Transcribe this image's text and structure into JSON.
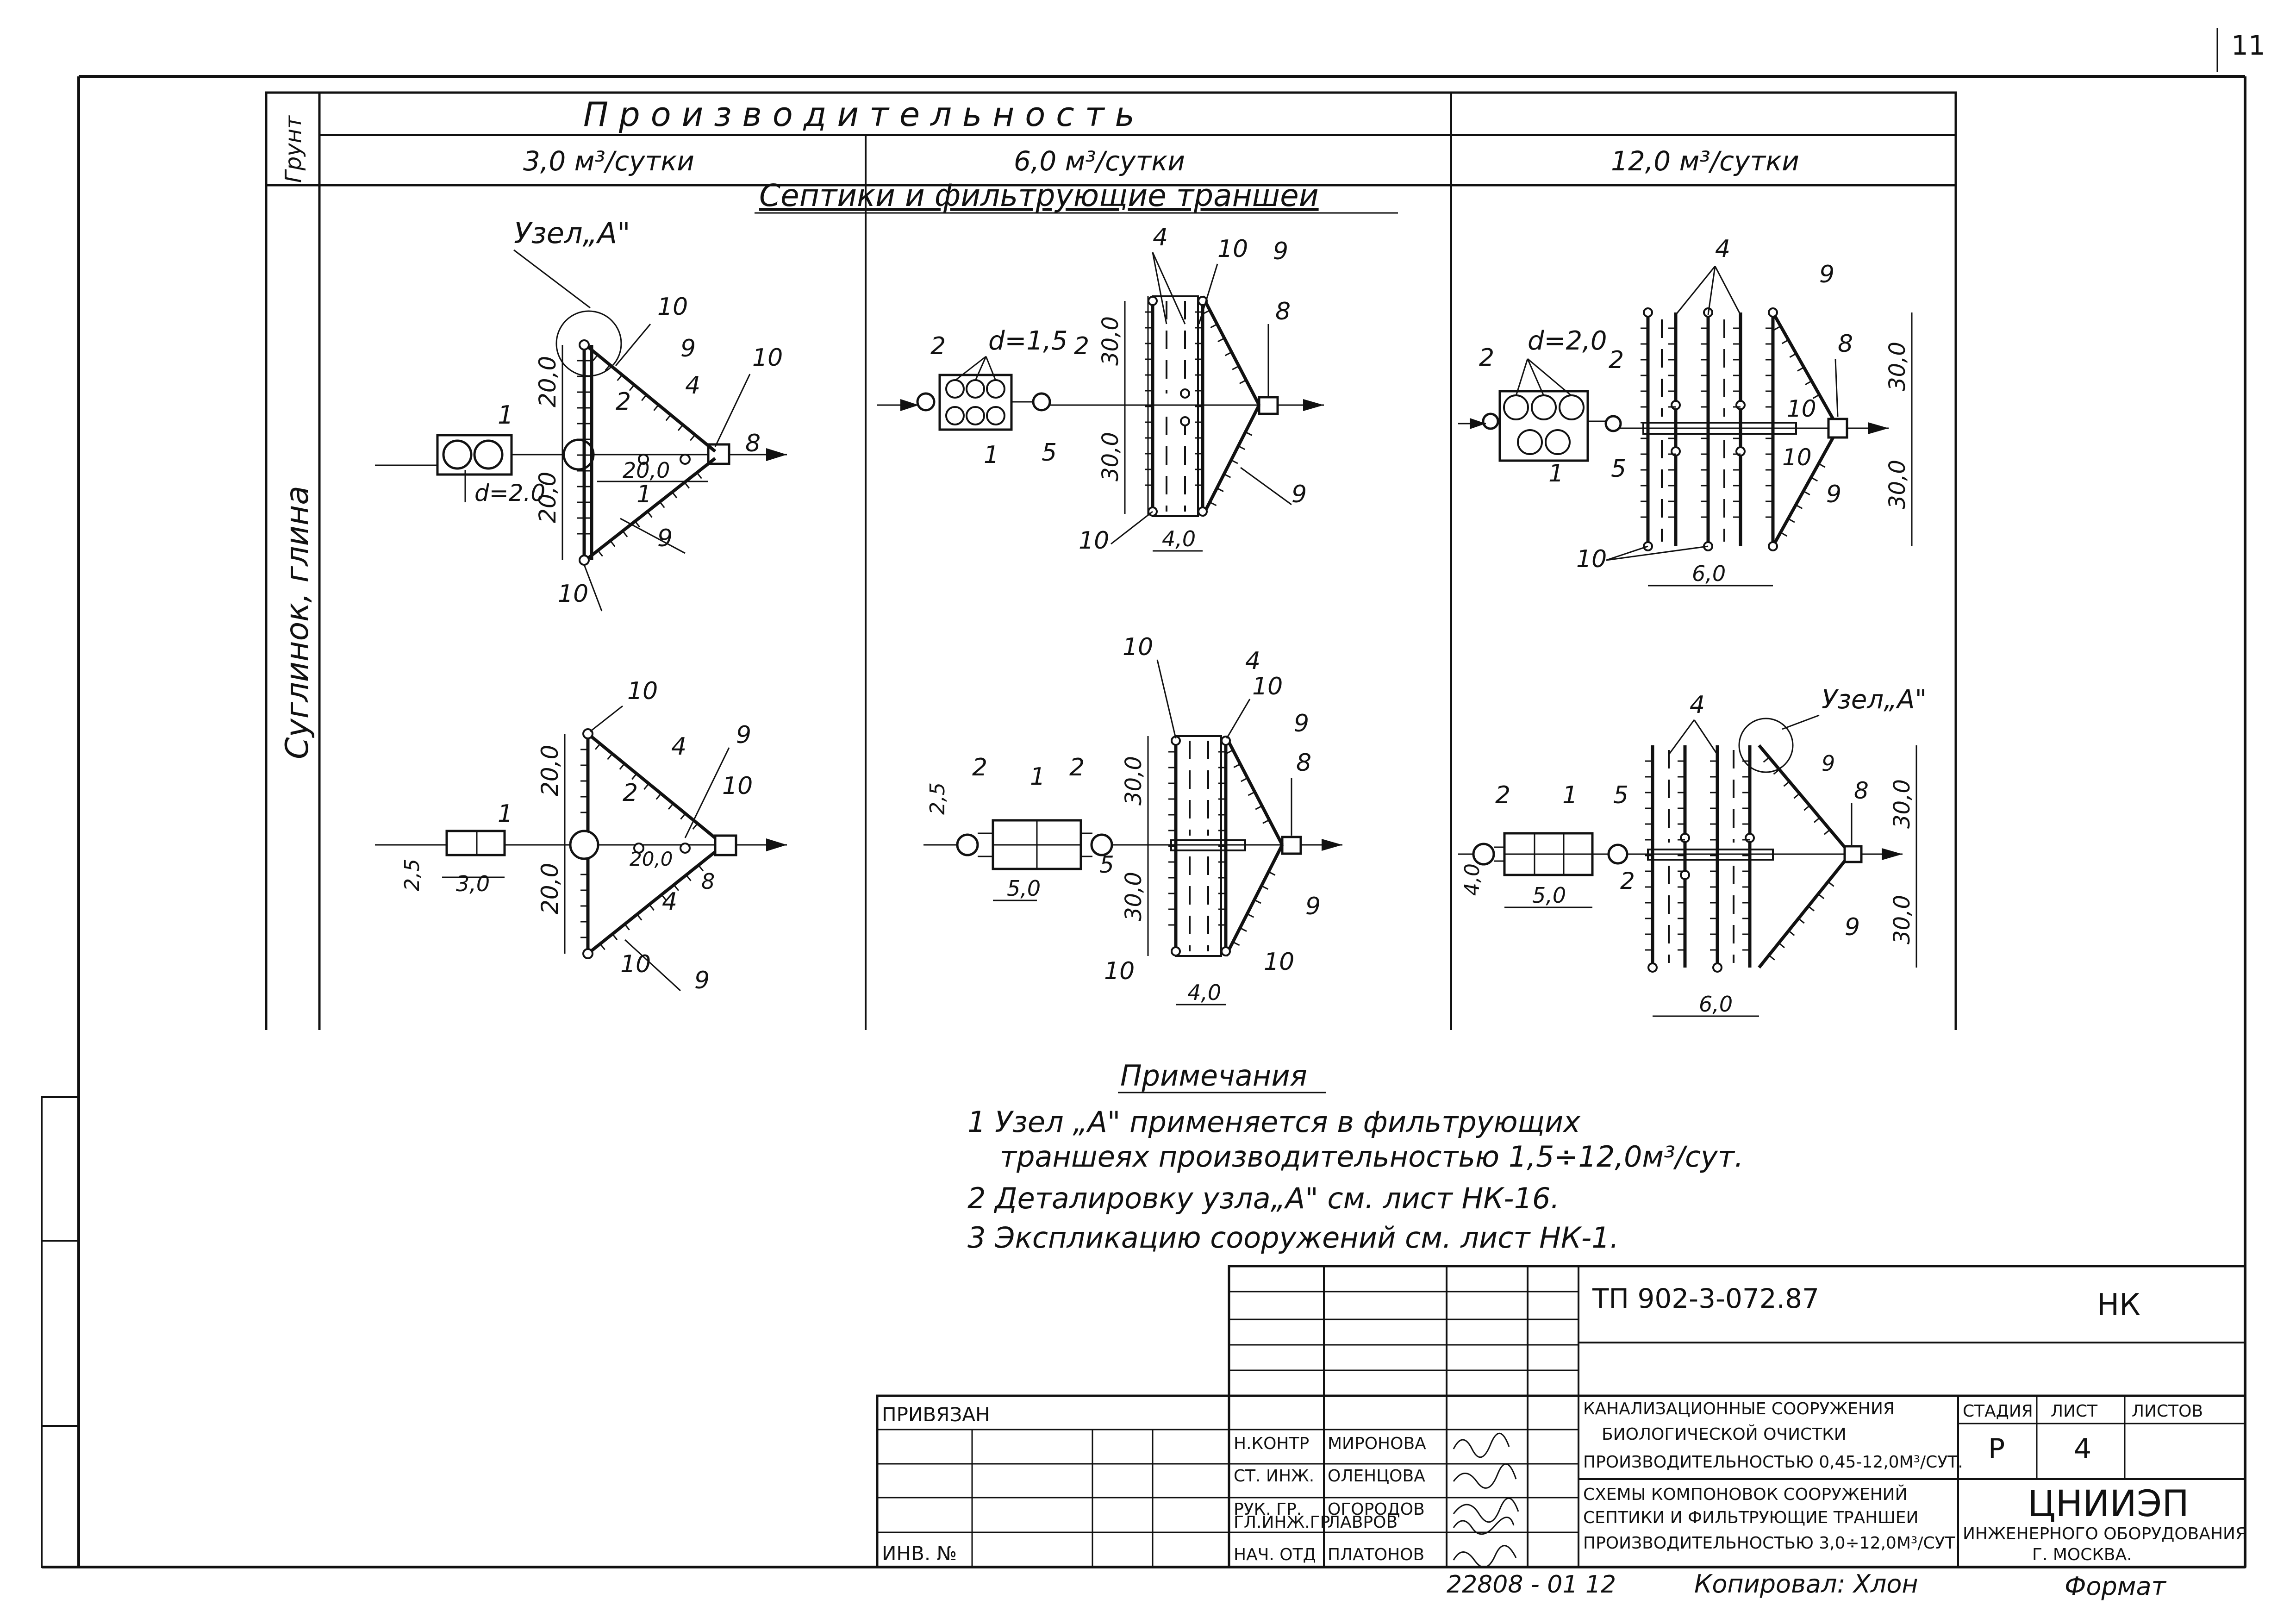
{
  "sheet_number": "11",
  "table": {
    "ground_header": "Грунт",
    "productivity_header": "П р о и з в о д и т е л ь н о с т ь",
    "columns": [
      "3,0 м³/сутки",
      "6,0 м³/сутки",
      "12,0 м³/сутки"
    ],
    "section_title": "Септики и фильтрующие траншеи",
    "ground_type": "Суглинок, глина"
  },
  "diagrams": {
    "node_a": "Узел„А\"",
    "d15": "d=1,5",
    "d20": "d=2,0",
    "d20b": "d=2.0",
    "dim_20": "20,0",
    "dim_30": "30,0",
    "dim_40": "4,0",
    "dim_60": "6,0",
    "dim_50": "5,0",
    "dim_25": "2,5",
    "dim_3": "3,0",
    "n1": "1",
    "n2": "2",
    "n4": "4",
    "n5": "5",
    "n8": "8",
    "n9": "9",
    "n10": "10"
  },
  "notes": {
    "title": "Примечания",
    "items": [
      "1  Узел „А\" применяется в фильтрующих",
      "траншеях производительностью 1,5÷12,0м³/сут.",
      "2  Деталировку узла„А\" см. лист НК-16.",
      "3  Экспликацию сооружений см. лист НК-1."
    ]
  },
  "title_block": {
    "doc_code": "ТП   902-3-072.87",
    "section_code": "НК",
    "attached": "ПРИВЯЗАН",
    "inv_no": "ИНВ. №",
    "roles": [
      {
        "role": "Н.КОНТР",
        "name": "МИРОНОВА"
      },
      {
        "role": "СТ. ИНЖ.",
        "name": "ОЛЕНЦОВА"
      },
      {
        "role": "РУК. ГР.",
        "name": "ОГОРОДОВ"
      },
      {
        "role": "ГЛ.ИНЖ.ГР",
        "name": "ЛАВРОВ"
      },
      {
        "role": "НАЧ. ОТД",
        "name": "ПЛАТОНОВ"
      }
    ],
    "project_lines": [
      "КАНАЛИЗАЦИОННЫЕ    СООРУЖЕНИЯ",
      "БИОЛОГИЧЕСКОЙ ОЧИСТКИ",
      "ПРОИЗВОДИТЕЛЬНОСТЬЮ 0,45-12,0М³/СУТ."
    ],
    "sheet_title_lines": [
      "СХЕМЫ КОМПОНОВОК СООРУЖЕНИЙ",
      "СЕПТИКИ И ФИЛЬТРУЮЩИЕ ТРАНШЕИ",
      "ПРОИЗВОДИТЕЛЬНОСТЬЮ 3,0÷12,0М³/СУТ."
    ],
    "stage_header": "СТАДИЯ",
    "sheet_header": "ЛИСТ",
    "sheets_header": "ЛИСТОВ",
    "stage": "Р",
    "sheet": "4",
    "org_name": "ЦНИИЭП",
    "org_line2": "ИНЖЕНЕРНОГО ОБОРУДОВАНИЯ",
    "org_city": "Г. МОСКВА."
  },
  "footer": {
    "archive_no": "22808 - 01   12",
    "copied": "Копировал: Хлон",
    "format": "Формат"
  }
}
